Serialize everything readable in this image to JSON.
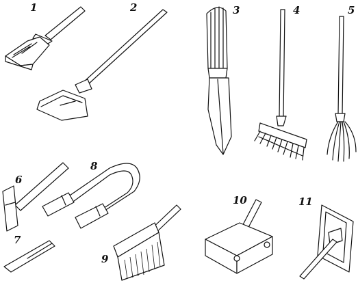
{
  "labels": {
    "t1": "1",
    "t2": "2",
    "t3": "3",
    "t4": "4",
    "t5": "5",
    "t6": "6",
    "t7": "7",
    "t8": "8",
    "t9": "9",
    "t10": "10",
    "t11": "11"
  }
}
